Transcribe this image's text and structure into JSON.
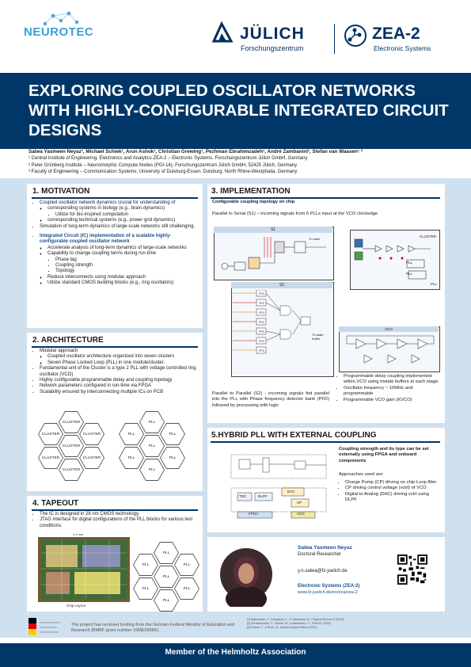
{
  "header": {
    "neurotec_logo": "NEUROTEC",
    "juelich_logo": "JÜLICH",
    "juelich_sub": "Forschungszentrum",
    "zea_logo": "ZEA-2",
    "zea_sub": "Electronic Systems"
  },
  "title": "EXPLORING COUPLED OSCILLATOR NETWORKS WITH HIGHLY-CONFIGURABLE INTEGRATED CIRCUIT DESIGNS",
  "authors": {
    "names": "Salwa Yasmeen Neyaz¹, Michael Schiek¹, Arun Ashok¹, Christian Grewing¹, Pezhman Ebrahimzadeh¹, André Zambanini¹, Stefan van Waasen¹˒³",
    "aff1": "¹ Central Institute of Engineering, Electronics and Analytics ZEA-2 – Electronic Systems, Forschungszentrum Jülich GmbH, Germany",
    "aff2": "² Peter Grünberg Institute – Neuromorphic Compute Nodes (PGI-14), Forschungszentrum Jülich GmbH, 52425 Jülich, Germany",
    "aff3": "³ Faculty of Engineering – Communication Systems, University of Duisburg-Essen, Duisburg, North Rhine-Westphalia, Germany"
  },
  "motivation": {
    "heading": "1. MOTIVATION",
    "b1": "Coupled oscillator network dynamics crucial for understanding of",
    "b1a": "corresponding systems in biology (e.g., brain dynamics)",
    "b1a1": "Utilize for bio-inspired computation",
    "b1b": "corresponding technical systems (e.g., power grid dynamics)",
    "b2": "Simulation of long-term dynamics of large-scale networks still challenging.",
    "b3": "Integrated Circuit (IC) implementation of a scalable highly-configurable coupled oscillator network",
    "b3a": "Accelerate analysis of long-term dynamics of large-scale networks",
    "b3b": "Capability to change coupling terms during run-time",
    "b3b1": "Phase lag",
    "b3b2": "Coupling strength",
    "b3b3": "Topology",
    "b3c": "Reduce interconnects using modular approach",
    "b3d": "Utilize standard CMOS building blocks (e.g., ring oscillators)"
  },
  "architecture": {
    "heading": "2. ARCHITECTURE",
    "b1": "Modular approach",
    "b1a": "Coupled oscillator architecture organized into seven clusters",
    "b1b": "Seven Phase Locked Loop (PLL) in one module/cluster.",
    "b2": "Fundamental unit of the Cluster is a type 2 PLL with voltage controlled ring oscillator (VCO)",
    "b3": "Highly configurable programmable delay and coupling topology",
    "b4": "Network parameters configured in run-time via FPGA",
    "b5": "Scalability ensured by interconnecting multiple ICs on PCB",
    "cluster_label": "CLUSTER",
    "pll_label": "PLL"
  },
  "tapeout": {
    "heading": "4. TAPEOUT",
    "b1": "The IC is designed in 28 nm CMOS technology.",
    "b2": "JTAG interface for digital configurations of the PLL blocks for various test conditions.",
    "chip_caption": "Chip Layout",
    "dim_label": "1.4 mm"
  },
  "implementation": {
    "heading": "3. IMPLEMENTATION",
    "subheading": "Configurable coupling topology on chip",
    "p1": "Parallel to Serial (S1) – incoming signals from 6 PLLs input at the VCO clockedge",
    "s1_label": "S1",
    "s2_label": "S2",
    "s3_label": "VCO",
    "cluster_label": "CLUSTER",
    "pll_label": "PLL",
    "pfd_label": "PFD",
    "tri_label": "Tri-state buffer",
    "p2": "Parallel to Parallel (S2) - incoming signals fed parallel into the PLL with Phase frequency detector bank (PFD) followed by processing with logic",
    "r1": "Programmable delay coupling implemented within VCO using tristate buffers at each stage.",
    "r2": "Oscillator frequency ~ 10MHz and programmable",
    "r3": "Programmable VCO gain (KVCO)"
  },
  "hybrid": {
    "heading": "5.HYBRID PLL WITH EXTERNAL COUPLING",
    "intro": "Coupling strength and its type can be set externally using FPGA and onboard components",
    "approaches": "Approaches used are:",
    "a1": "Charge Pump (CP) driving on chip Loop filter",
    "a2": "CP driving control voltage (vctrl) of VCO",
    "a3": "Digital to Analog (DAC) driving vctrl using DLPF",
    "tdc": "TDC",
    "dlpf": "DLPF",
    "dac": "DAC",
    "cp": "CP",
    "vco": "VCO",
    "fpga": "FPGA"
  },
  "contact": {
    "name": "Salwa Yasmeen Neyaz",
    "role": "Doctoral Researcher",
    "email": "y.n.salwa@fz-juelich.de",
    "dept": "Electronic Systems (ZEA-2)",
    "url": "www.fz-juelich.de/en/zea/zea-2"
  },
  "funding": {
    "text": "The project has received funding from the German Federal Ministry of Education and Research (BMBF grant number 16ME0398K).",
    "ref1": "[1] Matsumoto, Y., Fukuyama, K., & Yasukawa, M., Physical Review E (2019)",
    "ref2": "[2] Ebrahimzadeh, P., Schiek, M., & Maistrenko, Y., CHAOS (2020)",
    "ref3": "[3] Deaha, Y., & Beck, M., Applied physics letters (2021)"
  },
  "footer": "Member of the Helmholtz Association",
  "colors": {
    "navy": "#003768",
    "light_blue_bg": "#cfe0ef",
    "accent": "#3aa0d8"
  }
}
